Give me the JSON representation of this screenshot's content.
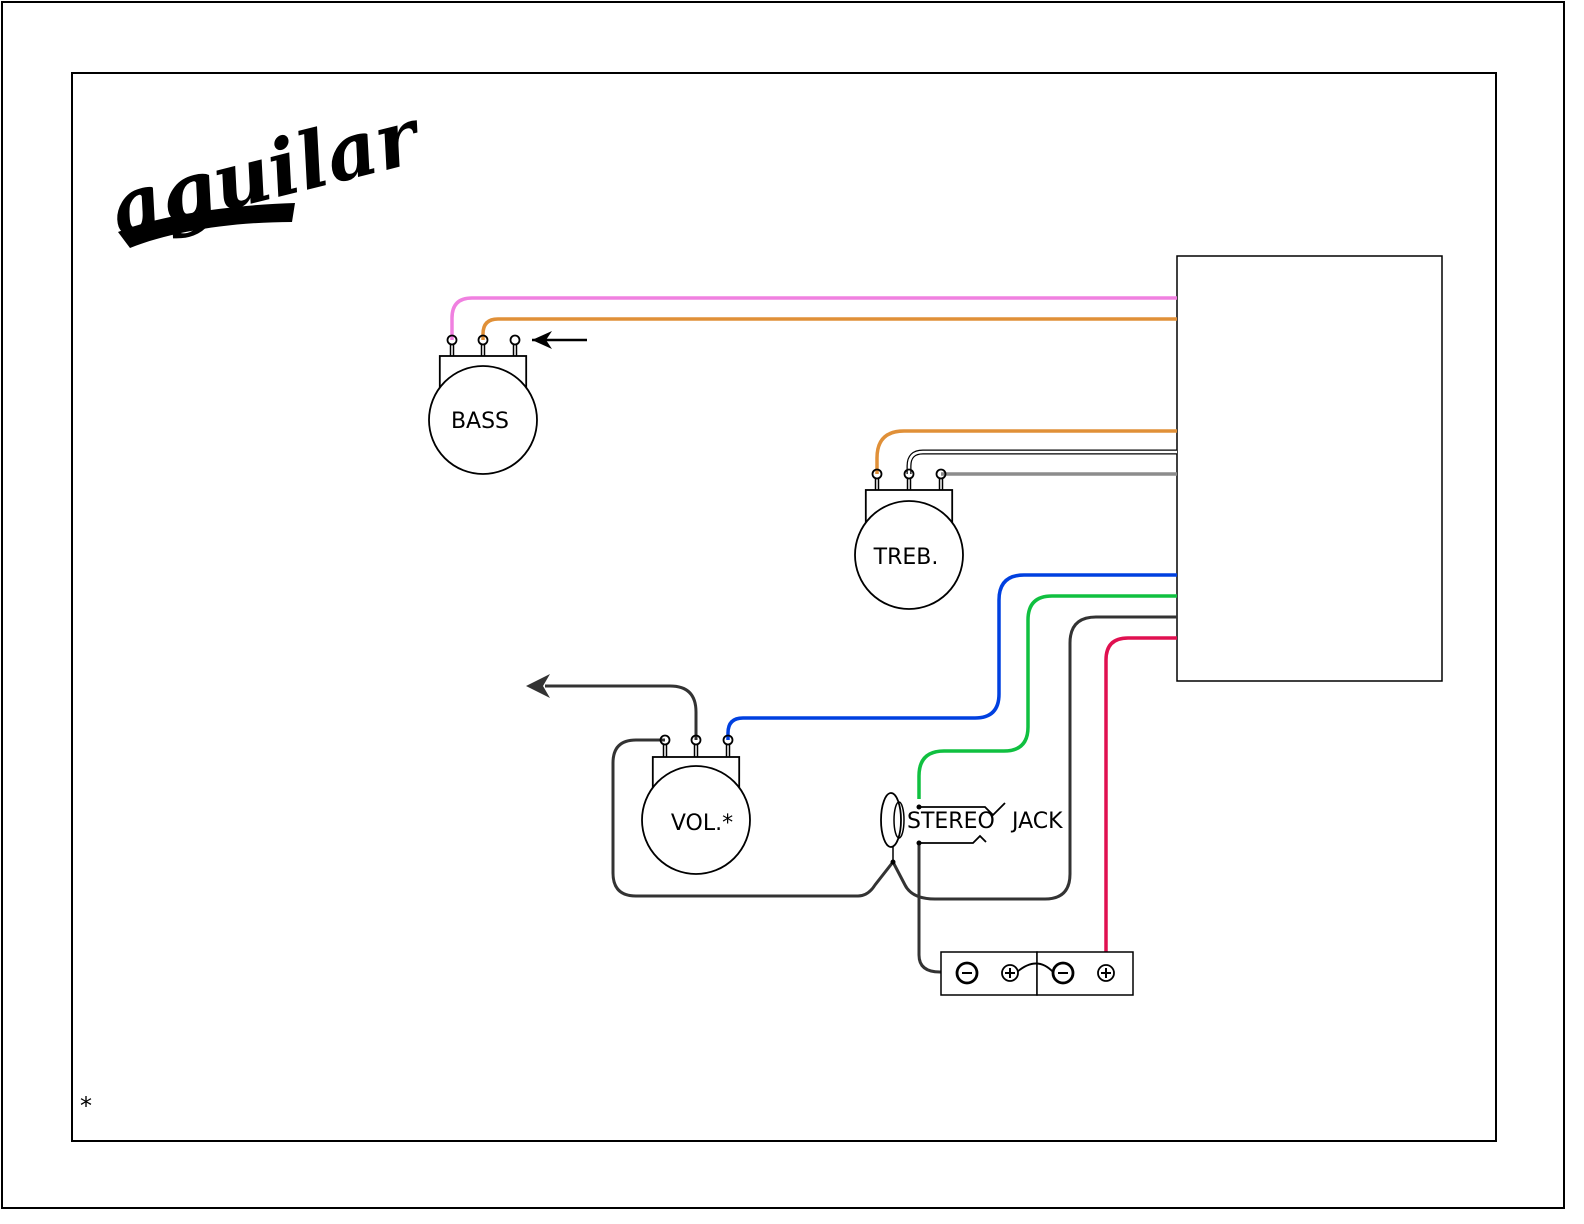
{
  "logo": {
    "text": "aguilar",
    "icon": "aguilar-logo-icon"
  },
  "components": {
    "bass_pot": {
      "label": "BASS"
    },
    "treble_pot": {
      "label": "TREB."
    },
    "volume_pot": {
      "label": "VOL.*"
    },
    "jack": {
      "label_part1": "STEREO",
      "label_part2": "JACK"
    },
    "battery": {
      "cells": [
        {
          "neg": "−",
          "pos": "+"
        },
        {
          "neg": "−",
          "pos": "+"
        }
      ]
    },
    "preamp_box": {
      "label": ""
    }
  },
  "wires": {
    "bass_pink": {
      "color": "#f080e0"
    },
    "bass_orange": {
      "color": "#e09038"
    },
    "treb_orange": {
      "color": "#e09038"
    },
    "treb_white": {
      "color": "#ffffff",
      "outline": "#000000"
    },
    "treb_gray": {
      "color": "#8c8c8c"
    },
    "vol_blue": {
      "color": "#0040e0"
    },
    "jack_green": {
      "color": "#10c040"
    },
    "ground_black": {
      "color": "#333333"
    },
    "battery_red": {
      "color": "#e01050"
    }
  },
  "footnote": {
    "marker": "*"
  }
}
